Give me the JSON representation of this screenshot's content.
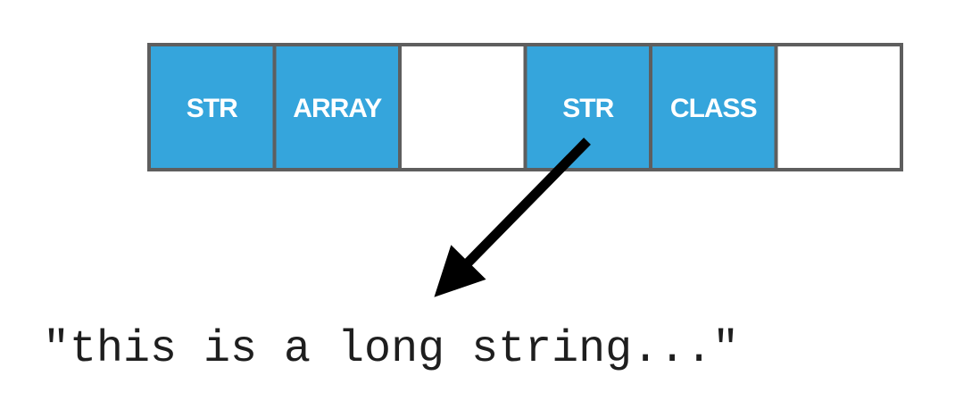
{
  "colors": {
    "filled": "#35a5dc",
    "empty": "#ffffff",
    "border": "#5e5e5e",
    "arrow": "#000000",
    "text": "#1e1e1e"
  },
  "slots": [
    {
      "label": "STR",
      "filled": true
    },
    {
      "label": "ARRAY",
      "filled": true
    },
    {
      "label": "",
      "filled": false
    },
    {
      "label": "STR",
      "filled": true
    },
    {
      "label": "CLASS",
      "filled": true
    },
    {
      "label": "",
      "filled": false
    }
  ],
  "string_value": "\"this is a long string...\"",
  "arrow": {
    "from_slot_index": 3,
    "target": "string_value"
  }
}
